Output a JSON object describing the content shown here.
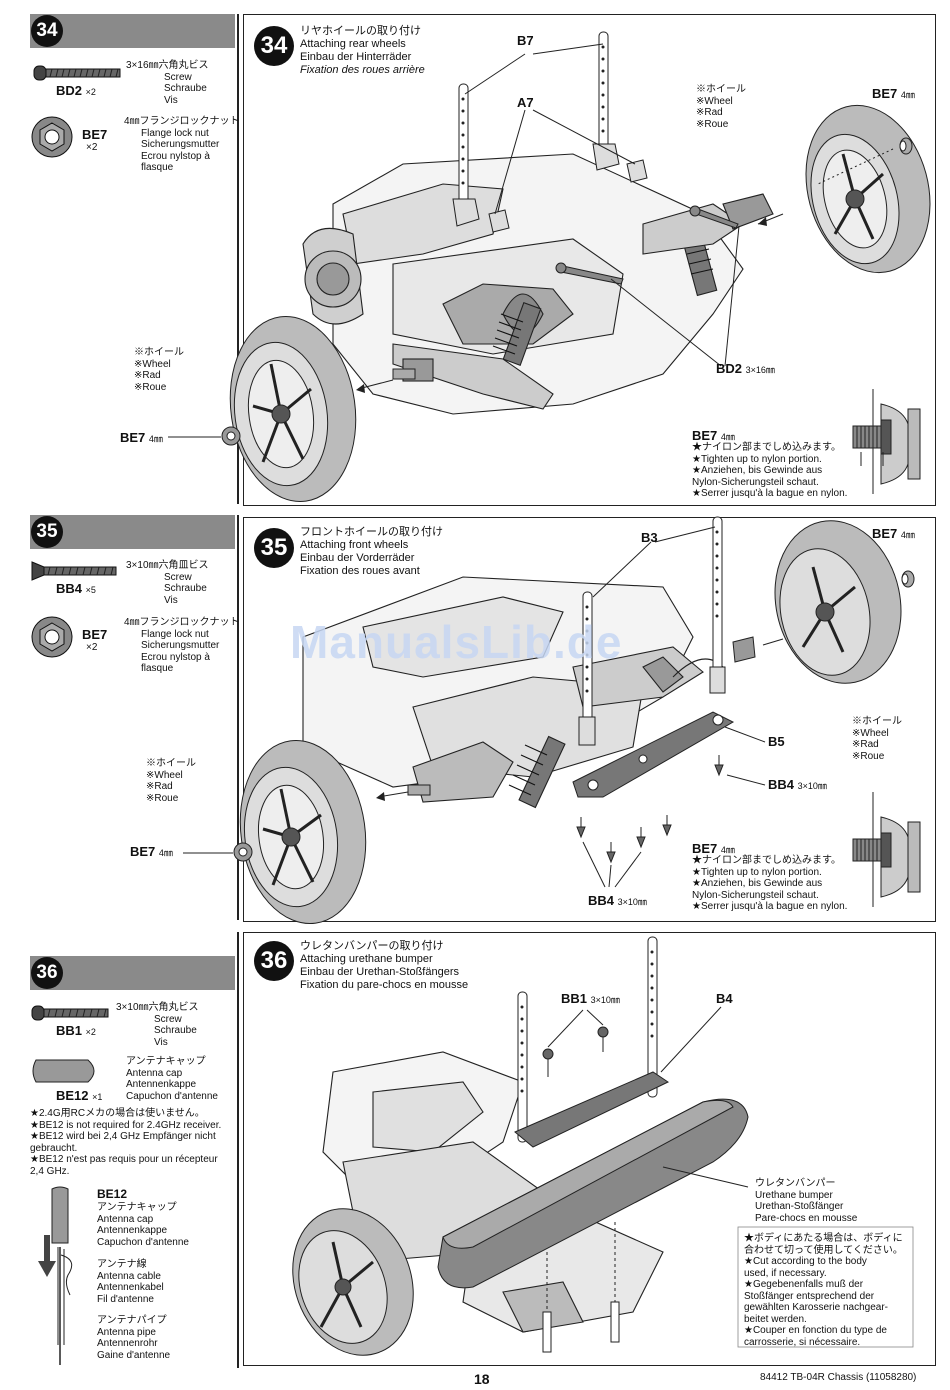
{
  "step34": {
    "num": "34",
    "parts": [
      {
        "code": "BD2",
        "qty": "×2",
        "lines": [
          "3×16㎜六角丸ビス",
          "Screw",
          "Schraube",
          "Vis"
        ]
      },
      {
        "code": "BE7",
        "qty": "×2",
        "lines": [
          "4㎜フランジロックナット",
          "Flange lock nut",
          "Sicherungsmutter",
          "Ecrou nylstop à",
          "flasque"
        ]
      }
    ],
    "title": [
      "リヤホイールの取り付け",
      "Attaching rear wheels",
      "Einbau der Hinterräder",
      "Fixation des roues arrière"
    ],
    "labels": {
      "b7": "B7",
      "a7": "A7",
      "bd2": "BD2",
      "bd2_size": "3×16㎜",
      "be7_top": "BE7",
      "be7_top_size": "4㎜",
      "be7_left": "BE7",
      "be7_left_size": "4㎜",
      "be7_detail": "BE7",
      "be7_detail_size": "4㎜"
    },
    "wheel_note_top": [
      "※ホイール",
      "※Wheel",
      "※Rad",
      "※Roue"
    ],
    "wheel_note_left": [
      "※ホイール",
      "※Wheel",
      "※Rad",
      "※Roue"
    ],
    "note": [
      "★ナイロン部までしめ込みます。",
      "★Tighten up to nylon portion.",
      "★Anziehen, bis Gewinde aus",
      "Nylon-Sicherungsteil schaut.",
      "★Serrer jusqu'à la bague en nylon."
    ]
  },
  "step35": {
    "num": "35",
    "parts": [
      {
        "code": "BB4",
        "qty": "×5",
        "lines": [
          "3×10㎜六角皿ビス",
          "Screw",
          "Schraube",
          "Vis"
        ]
      },
      {
        "code": "BE7",
        "qty": "×2",
        "lines": [
          "4㎜フランジロックナット",
          "Flange lock nut",
          "Sicherungsmutter",
          "Ecrou nylstop à",
          "flasque"
        ]
      }
    ],
    "title": [
      "フロントホイールの取り付け",
      "Attaching front wheels",
      "Einbau der Vorderräder",
      "Fixation des roues avant"
    ],
    "labels": {
      "b3": "B3",
      "b5": "B5",
      "bb4_right": "BB4",
      "bb4_right_size": "3×10㎜",
      "bb4_bottom": "BB4",
      "bb4_bottom_size": "3×10㎜",
      "be7_top": "BE7",
      "be7_top_size": "4㎜",
      "be7_left": "BE7",
      "be7_left_size": "4㎜",
      "be7_detail": "BE7",
      "be7_detail_size": "4㎜"
    },
    "wheel_note_right": [
      "※ホイール",
      "※Wheel",
      "※Rad",
      "※Roue"
    ],
    "wheel_note_left": [
      "※ホイール",
      "※Wheel",
      "※Rad",
      "※Roue"
    ],
    "note": [
      "★ナイロン部までしめ込みます。",
      "★Tighten up to nylon portion.",
      "★Anziehen, bis Gewinde aus",
      "Nylon-Sicherungsteil schaut.",
      "★Serrer jusqu'à la bague en nylon."
    ]
  },
  "step36": {
    "num": "36",
    "parts": [
      {
        "code": "BB1",
        "qty": "×2",
        "lines": [
          "3×10㎜六角丸ビス",
          "Screw",
          "Schraube",
          "Vis"
        ]
      },
      {
        "code": "BE12",
        "qty": "×1",
        "lines": [
          "アンテナキャップ",
          "Antenna cap",
          "Antennenkappe",
          "Capuchon d'antenne"
        ]
      }
    ],
    "receiver_note": [
      "★2.4G用RCメカの場合は使いません。",
      "★BE12 is not required for 2.4GHz receiver.",
      "★BE12 wird bei 2,4 GHz Empfänger nicht",
      "gebraucht.",
      "★BE12 n'est pas requis pour un récepteur",
      "2,4 GHz."
    ],
    "antenna": {
      "code": "BE12",
      "cap": [
        "アンテナキャップ",
        "Antenna cap",
        "Antennenkappe",
        "Capuchon d'antenne"
      ],
      "cable": [
        "アンテナ線",
        "Antenna cable",
        "Antennenkabel",
        "Fil d'antenne"
      ],
      "pipe": [
        "アンテナパイプ",
        "Antenna pipe",
        "Antennenrohr",
        "Gaine d'antenne"
      ]
    },
    "title": [
      "ウレタンバンパーの取り付け",
      "Attaching urethane bumper",
      "Einbau der Urethan-Stoßfängers",
      "Fixation du pare-chocs en mousse"
    ],
    "labels": {
      "bb1": "BB1",
      "bb1_size": "3×10㎜",
      "b4": "B4"
    },
    "bumper_note": [
      "ウレタンバンパー",
      "Urethane bumper",
      "Urethan-Stoßfänger",
      "Pare-chocs en mousse"
    ],
    "cut_note": [
      "★ボディにあたる場合は、ボディに",
      "合わせて切って使用してください。",
      "★Cut according to the body",
      "used, if necessary.",
      "★Gegebenenfalls muß der",
      "Stoßfänger entsprechend der",
      "gewählten Karosserie nachgear-",
      "beitet werden.",
      "★Couper en fonction du type de",
      "carrosserie, si nécessaire."
    ]
  },
  "footer": {
    "page": "18",
    "model": "84412 TB-04R Chassis (11058280)"
  },
  "watermark": "ManualsLib.de"
}
